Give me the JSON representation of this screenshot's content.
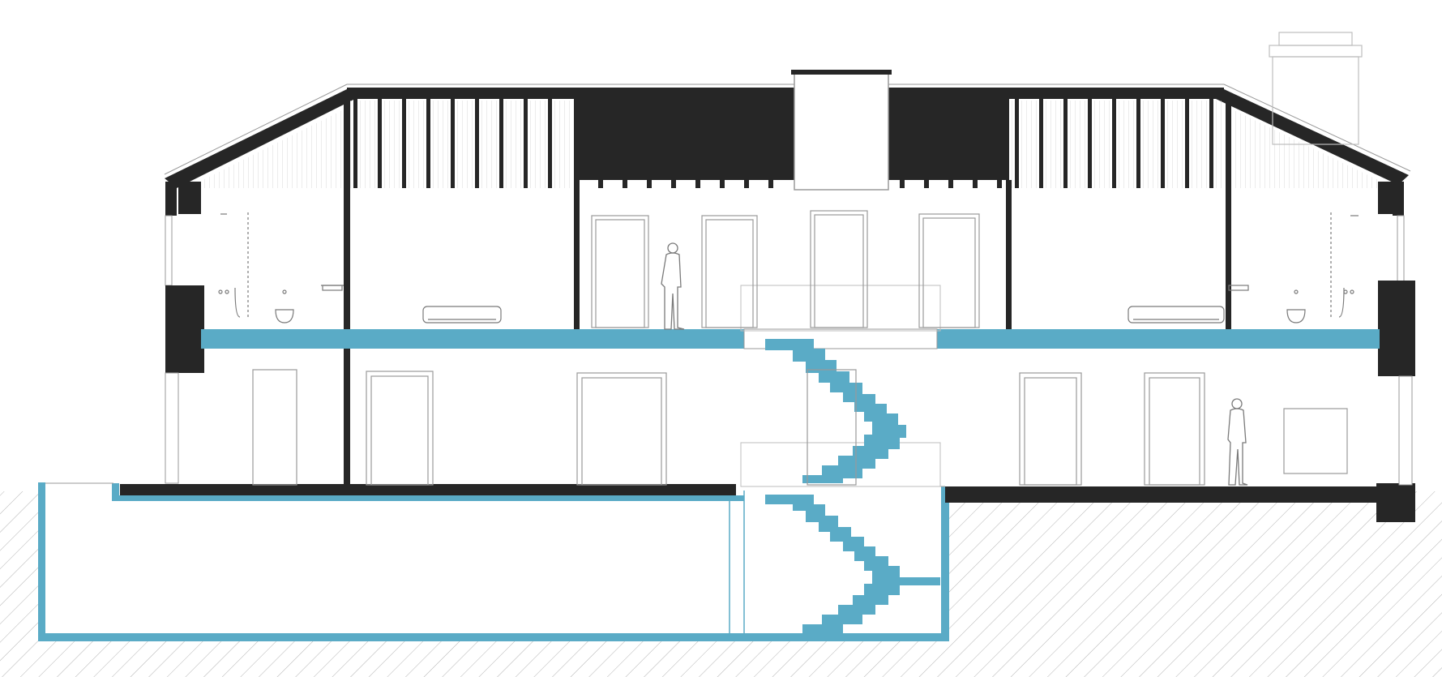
{
  "drawing": {
    "type": "architectural-section",
    "levels": [
      "basement",
      "ground-floor",
      "upper-floor",
      "roof"
    ],
    "colors": {
      "background": "#ffffff",
      "solid-section": "#262626",
      "new-concrete": "#5aabc6",
      "outline": "#9a9a9a",
      "hatch": "#b4b4b4"
    }
  }
}
